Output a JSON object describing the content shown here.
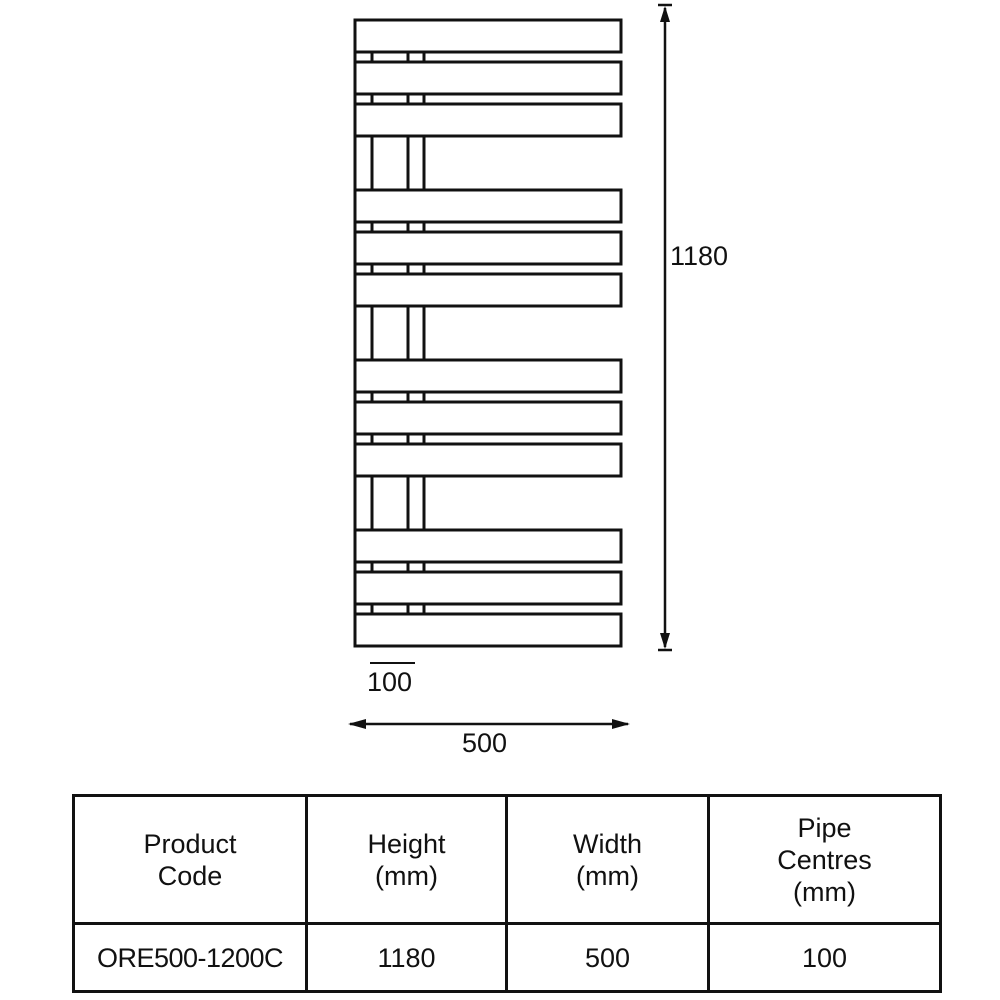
{
  "dimensions": {
    "height_label": "1180",
    "width_label": "500",
    "pipe_centres_label": "100"
  },
  "table": {
    "headers": [
      {
        "line1": "Product",
        "line2": "Code",
        "line3": ""
      },
      {
        "line1": "Height",
        "line2": "(mm)",
        "line3": ""
      },
      {
        "line1": "Width",
        "line2": "(mm)",
        "line3": ""
      },
      {
        "line1": "Pipe",
        "line2": "Centres",
        "line3": "(mm)"
      }
    ],
    "rows": [
      [
        "ORE500-1200C",
        "1180",
        "500",
        "100"
      ]
    ]
  }
}
